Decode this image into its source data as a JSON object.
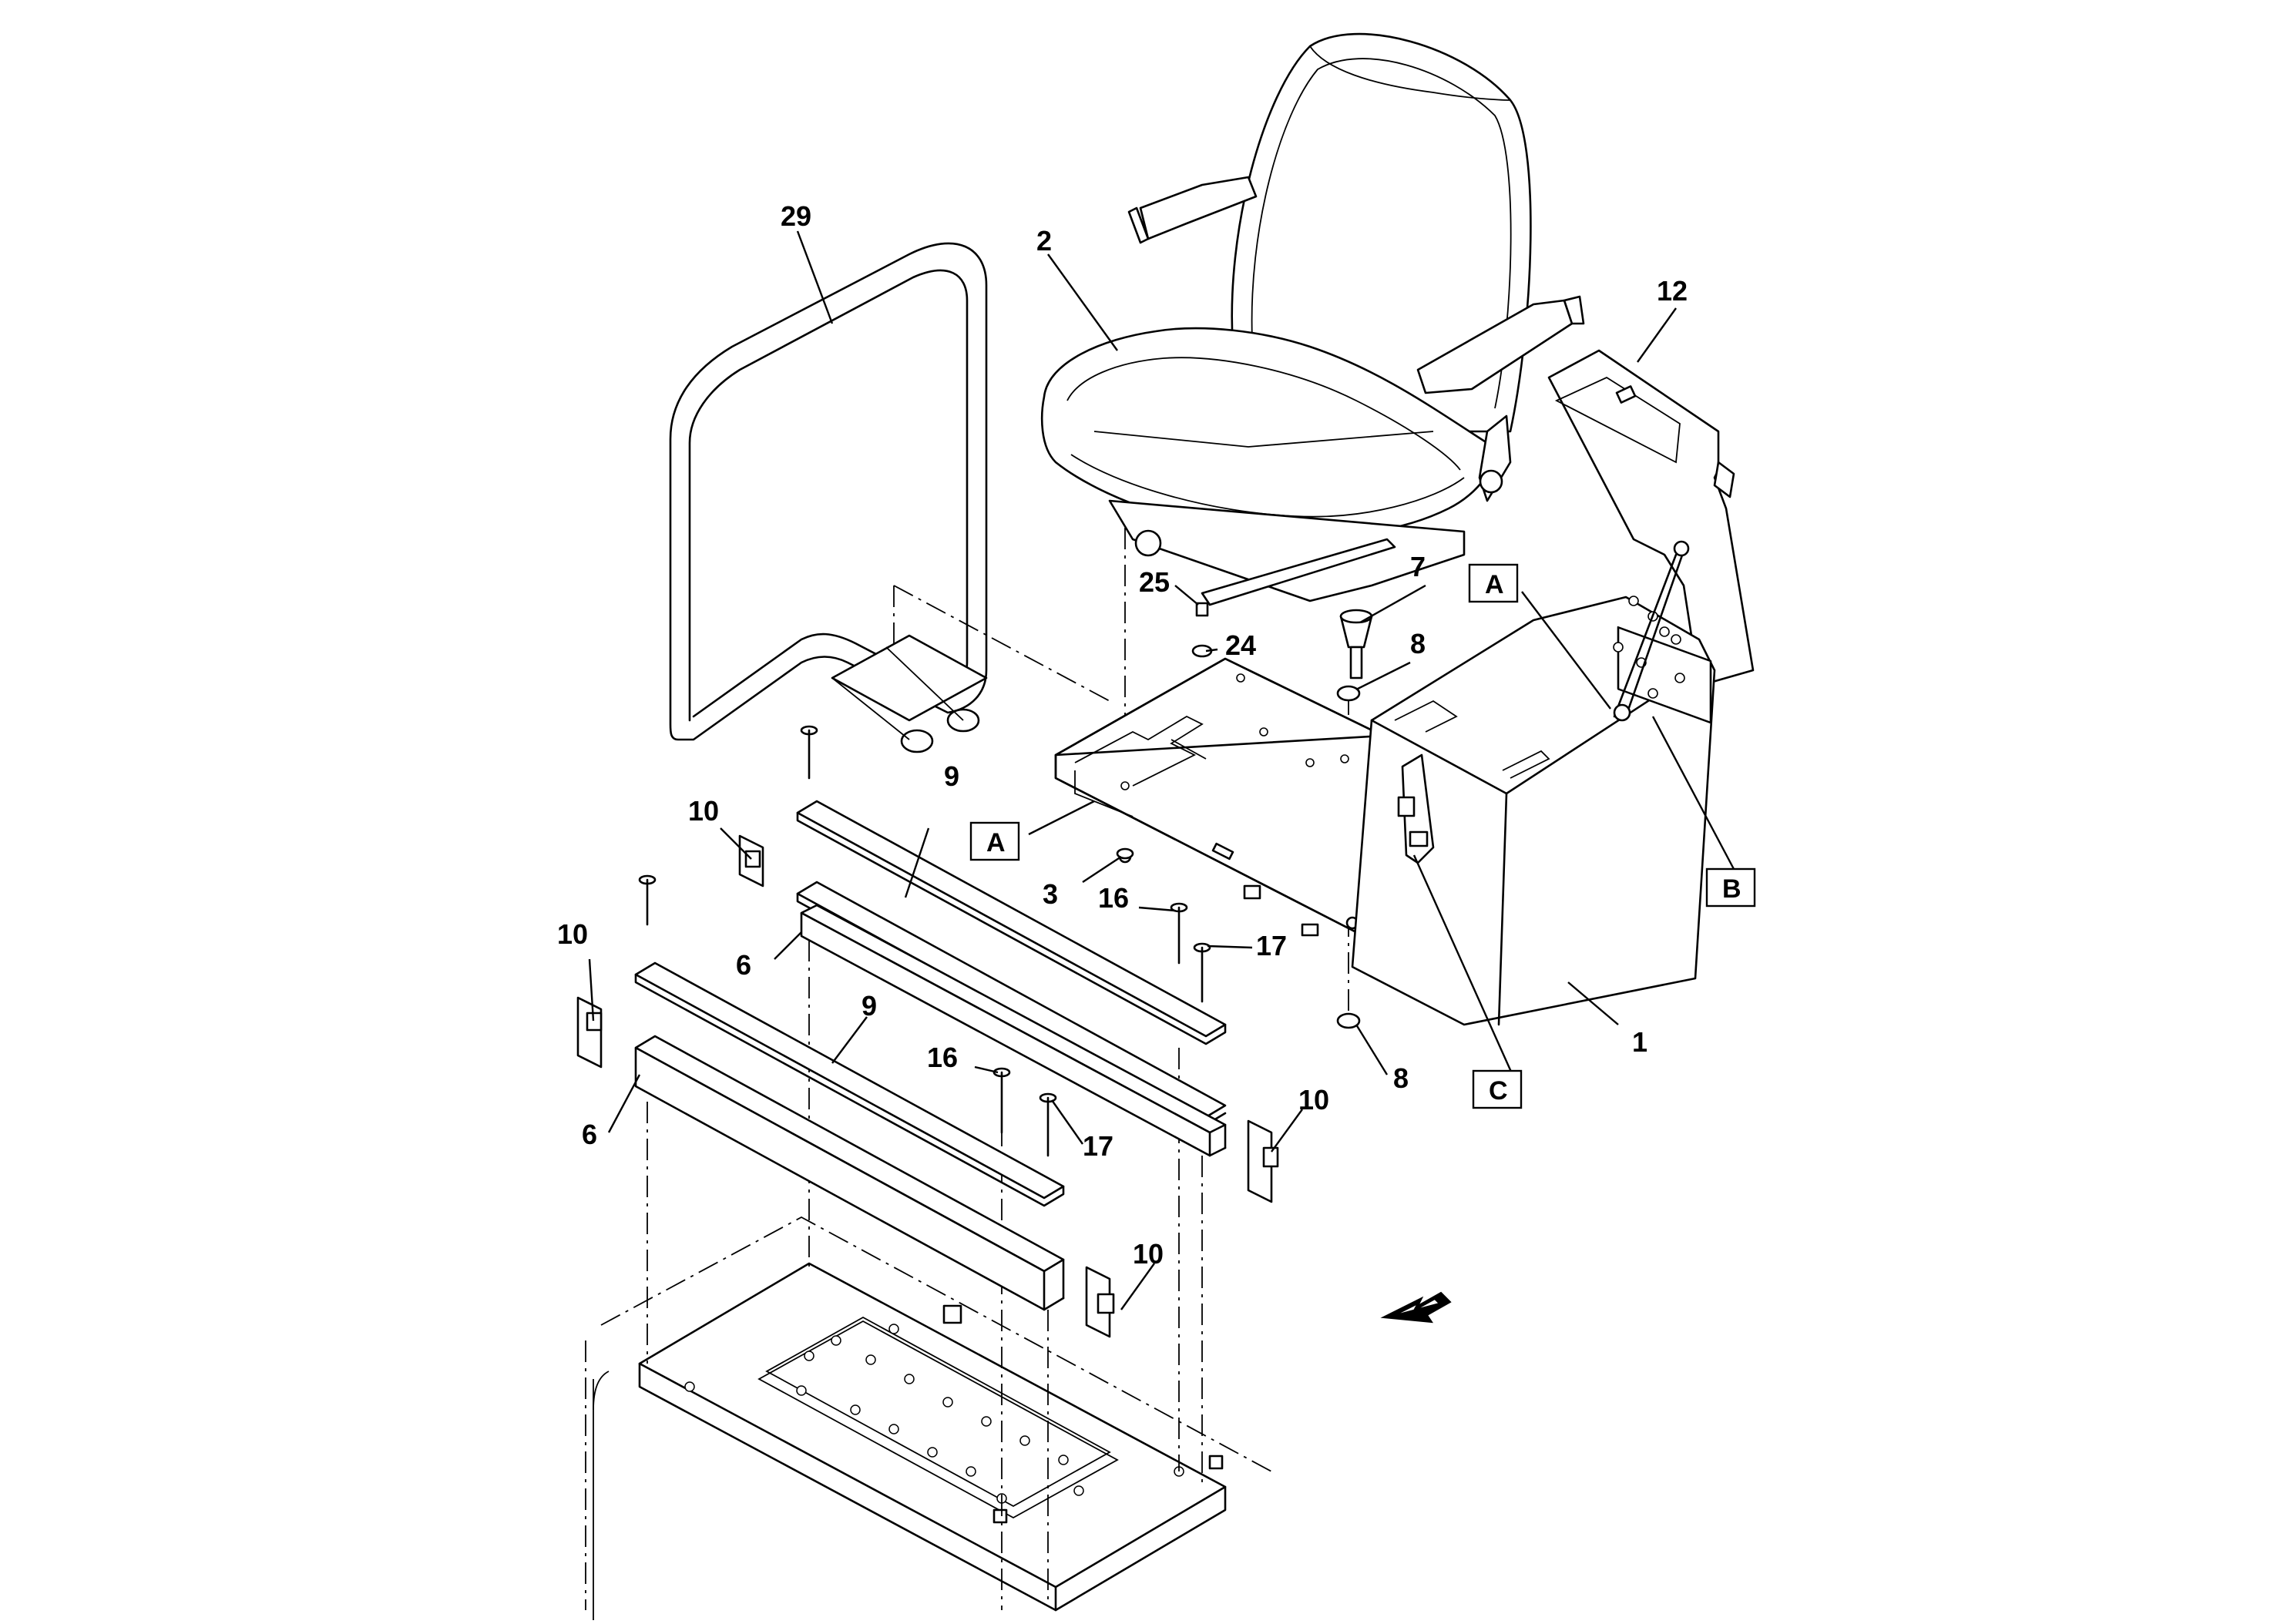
{
  "callouts": {
    "c29": "29",
    "c2": "2",
    "c12": "12",
    "c7": "7",
    "c25": "25",
    "c24": "24",
    "c8_top": "8",
    "c9_upper": "9",
    "c10_upper_left": "10",
    "c3": "3",
    "c16_upper": "16",
    "c17_upper": "17",
    "c6_upper": "6",
    "c10_left": "10",
    "c9_lower": "9",
    "c16_lower": "16",
    "c17_lower": "17",
    "c6_lower": "6",
    "c10_right": "10",
    "c10_bottom": "10",
    "c8_bottom": "8",
    "c1": "1"
  },
  "boxed_labels": {
    "a_top": "A",
    "a_left": "A",
    "b": "B",
    "c": "C"
  },
  "icons": {
    "direction": "direction-arrow-icon"
  }
}
